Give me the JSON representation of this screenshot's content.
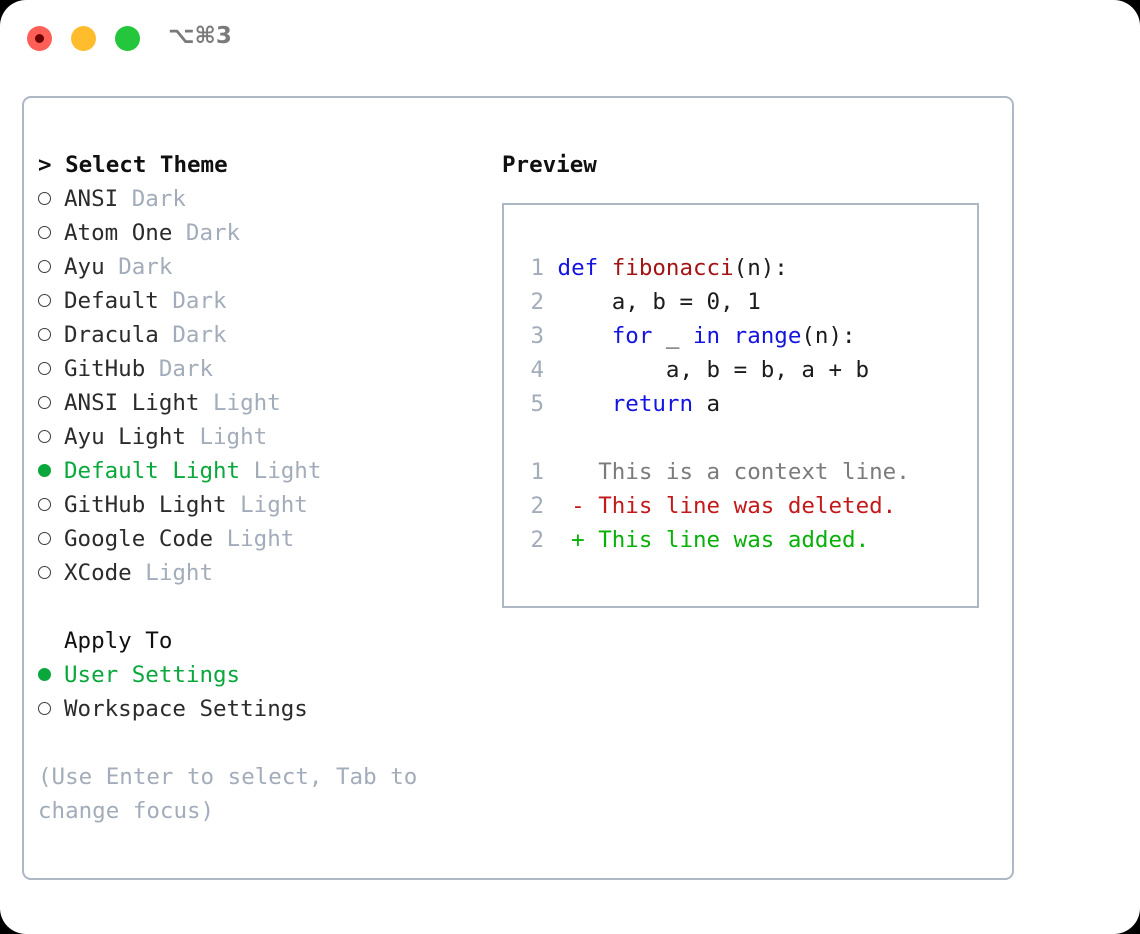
{
  "window": {
    "traffic_lights": [
      "close",
      "minimize",
      "zoom"
    ],
    "shortcut": "⌥⌘3"
  },
  "theme_picker": {
    "heading": "> Select Theme",
    "items": [
      {
        "marker": "○",
        "name": "ANSI",
        "category": "Dark",
        "selected": false
      },
      {
        "marker": "○",
        "name": "Atom One",
        "category": "Dark",
        "selected": false
      },
      {
        "marker": "○",
        "name": "Ayu",
        "category": "Dark",
        "selected": false
      },
      {
        "marker": "○",
        "name": "Default",
        "category": "Dark",
        "selected": false
      },
      {
        "marker": "○",
        "name": "Dracula",
        "category": "Dark",
        "selected": false
      },
      {
        "marker": "○",
        "name": "GitHub",
        "category": "Dark",
        "selected": false
      },
      {
        "marker": "○",
        "name": "ANSI Light",
        "category": "Light",
        "selected": false
      },
      {
        "marker": "○",
        "name": "Ayu Light",
        "category": "Light",
        "selected": false
      },
      {
        "marker": "●",
        "name": "Default Light",
        "category": "Light",
        "selected": true
      },
      {
        "marker": "○",
        "name": "GitHub Light",
        "category": "Light",
        "selected": false
      },
      {
        "marker": "○",
        "name": "Google Code",
        "category": "Light",
        "selected": false
      },
      {
        "marker": "○",
        "name": "XCode",
        "category": "Light",
        "selected": false
      }
    ]
  },
  "apply_to": {
    "heading": "Apply To",
    "options": [
      {
        "marker": "●",
        "label": "User Settings",
        "selected": true
      },
      {
        "marker": "○",
        "label": "Workspace Settings",
        "selected": false
      }
    ]
  },
  "hint": "(Use Enter to select, Tab to change focus)",
  "preview": {
    "title": "Preview",
    "code_lines": [
      {
        "num": "1",
        "tokens": [
          {
            "t": "def ",
            "c": "kw"
          },
          {
            "t": "fibonacci",
            "c": "fn"
          },
          {
            "t": "(n):",
            "c": "pln"
          }
        ]
      },
      {
        "num": "2",
        "tokens": [
          {
            "t": "    a, b = 0, 1",
            "c": "pln"
          }
        ]
      },
      {
        "num": "3",
        "tokens": [
          {
            "t": "    ",
            "c": "pln"
          },
          {
            "t": "for",
            "c": "kw"
          },
          {
            "t": " _ ",
            "c": "pln"
          },
          {
            "t": "in",
            "c": "kw"
          },
          {
            "t": " ",
            "c": "pln"
          },
          {
            "t": "range",
            "c": "kw"
          },
          {
            "t": "(n):",
            "c": "pln"
          }
        ]
      },
      {
        "num": "4",
        "tokens": [
          {
            "t": "        a, b = b, a + b",
            "c": "pln"
          }
        ]
      },
      {
        "num": "5",
        "tokens": [
          {
            "t": "    ",
            "c": "pln"
          },
          {
            "t": "return",
            "c": "kw"
          },
          {
            "t": " a",
            "c": "pln"
          }
        ]
      }
    ],
    "diff_lines": [
      {
        "num": "1",
        "marker": "  ",
        "text": "This is a context line.",
        "c": "ctx"
      },
      {
        "num": "2",
        "marker": "- ",
        "text": "This line was deleted.",
        "c": "del"
      },
      {
        "num": "2",
        "marker": "+ ",
        "text": "This line was added.",
        "c": "add"
      }
    ]
  },
  "colors": {
    "accent_green": "#0aa83c",
    "muted_gray": "#a3acba",
    "border": "#aeb7c4",
    "keyword_blue": "#1414e0",
    "function_red": "#a31515",
    "diff_delete": "#c21a1a",
    "diff_add": "#09b009"
  }
}
